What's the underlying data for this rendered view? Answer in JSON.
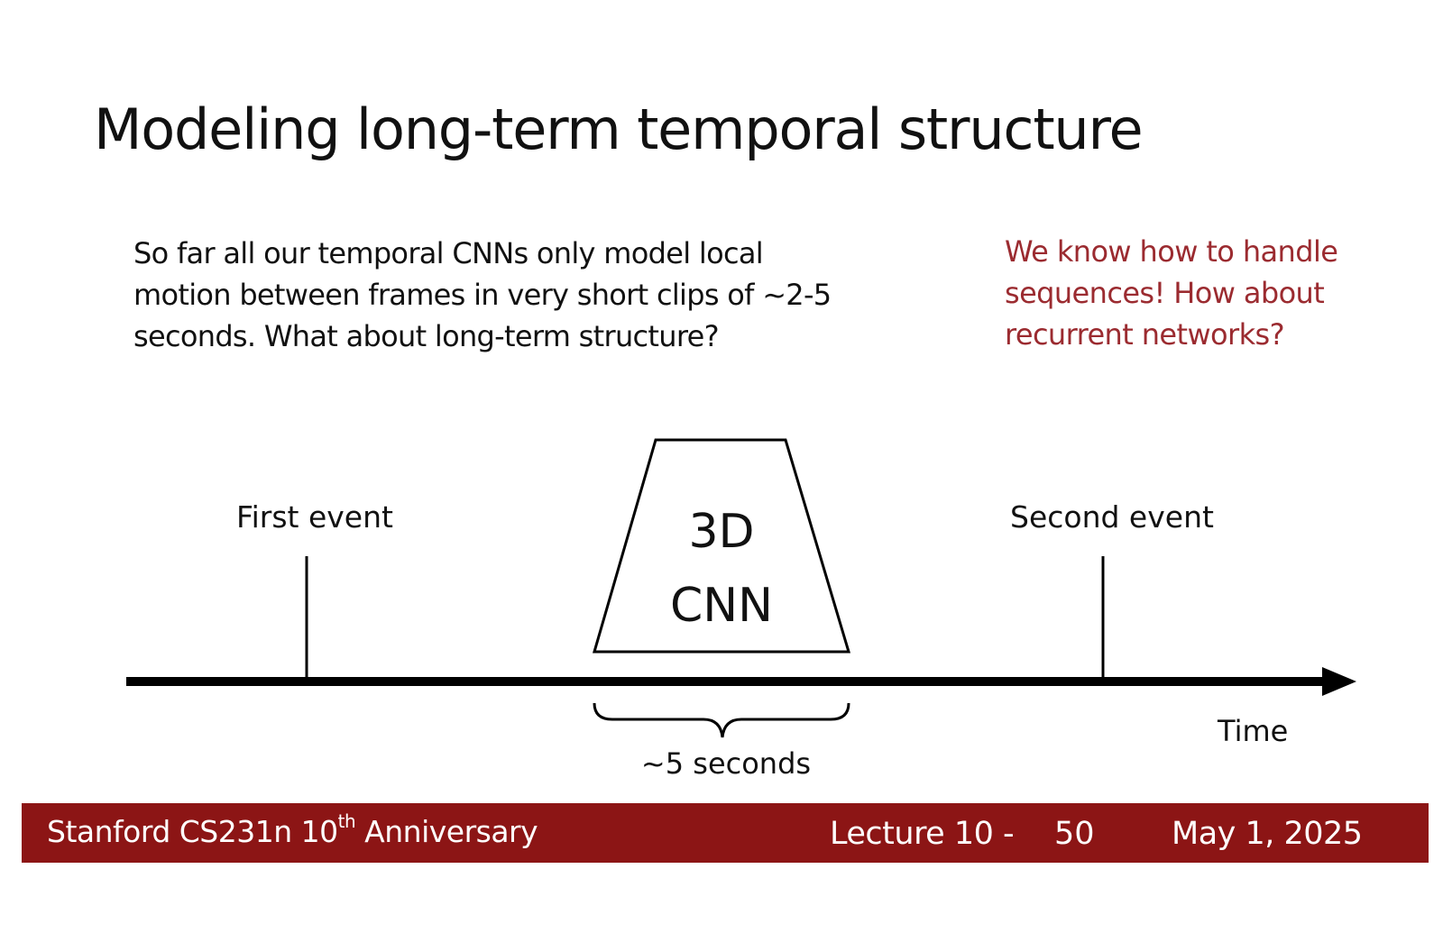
{
  "slide": {
    "title": "Modeling long-term temporal structure",
    "body_lines": [
      "So far all our temporal CNNs only model local",
      "motion between frames in very short clips of ~2-5",
      "seconds. What about long-term structure?"
    ],
    "aside_lines": [
      "We know how to handle",
      "sequences! How about",
      "recurrent networks?"
    ]
  },
  "diagram": {
    "first_event_label": "First event",
    "second_event_label": "Second event",
    "cnn_label_line1": "3D",
    "cnn_label_line2": "CNN",
    "duration_label": "~5 seconds",
    "axis_label": "Time"
  },
  "footer": {
    "course_prefix": "Stanford CS231n 10",
    "course_sup": "th",
    "course_suffix": " Anniversary",
    "lecture": "Lecture 10 -",
    "page": "50",
    "date": "May 1, 2025"
  },
  "colors": {
    "accent_red": "#9b2b30",
    "footer_bar": "#8c1515"
  }
}
